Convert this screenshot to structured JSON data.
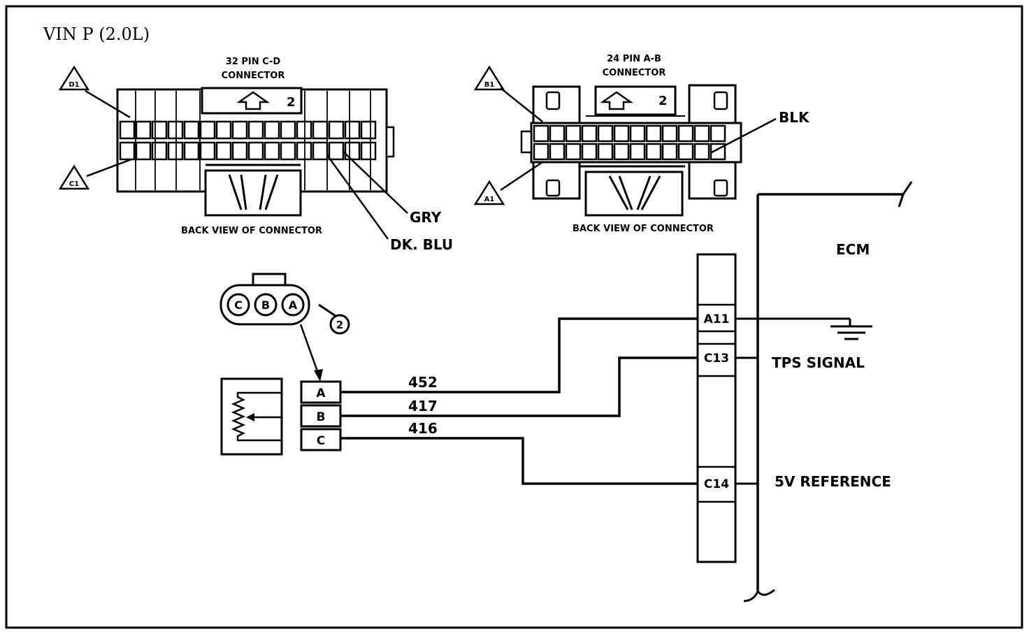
{
  "title": "VIN P (2.0L)",
  "connector_32": {
    "line1": "32 PIN C-D",
    "line2": "CONNECTOR",
    "back_view": "BACK VIEW OF CONNECTOR",
    "callout_top": "D1",
    "callout_bottom": "C1",
    "wire_gry": "GRY",
    "wire_dkblu": "DK. BLU"
  },
  "connector_24": {
    "line1": "24 PIN A-B",
    "line2": "CONNECTOR",
    "back_view": "BACK VIEW OF CONNECTOR",
    "callout_top": "B1",
    "callout_bottom": "A1",
    "wire_blk": "BLK"
  },
  "sensor_connector": {
    "pins": [
      "C",
      "B",
      "A"
    ],
    "callout": "2"
  },
  "sensor_terminals": [
    "A",
    "B",
    "C"
  ],
  "circuits": [
    "452",
    "417",
    "416"
  ],
  "ecm": {
    "label": "ECM",
    "pins": [
      "A11",
      "C13",
      "C14"
    ],
    "signal_tps": "TPS SIGNAL",
    "signal_5v": "5V REFERENCE"
  }
}
